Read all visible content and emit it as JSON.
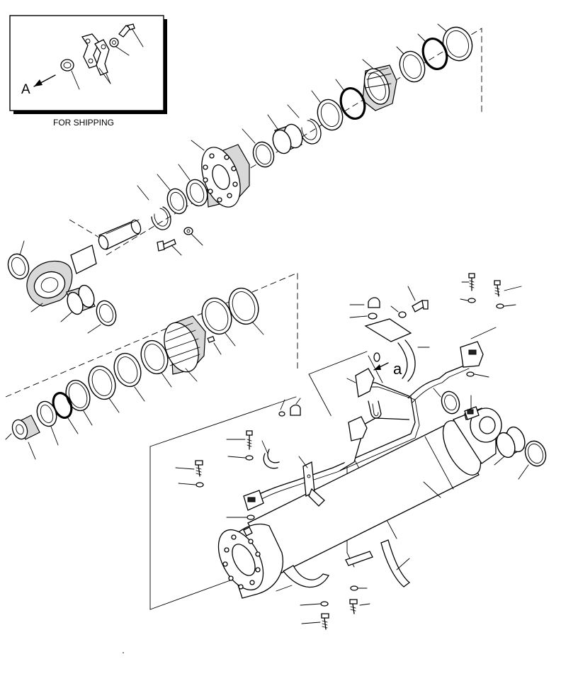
{
  "inset": {
    "caption": "FOR SHIPPING",
    "view_marker": "A"
  },
  "detail_marker": "a"
}
